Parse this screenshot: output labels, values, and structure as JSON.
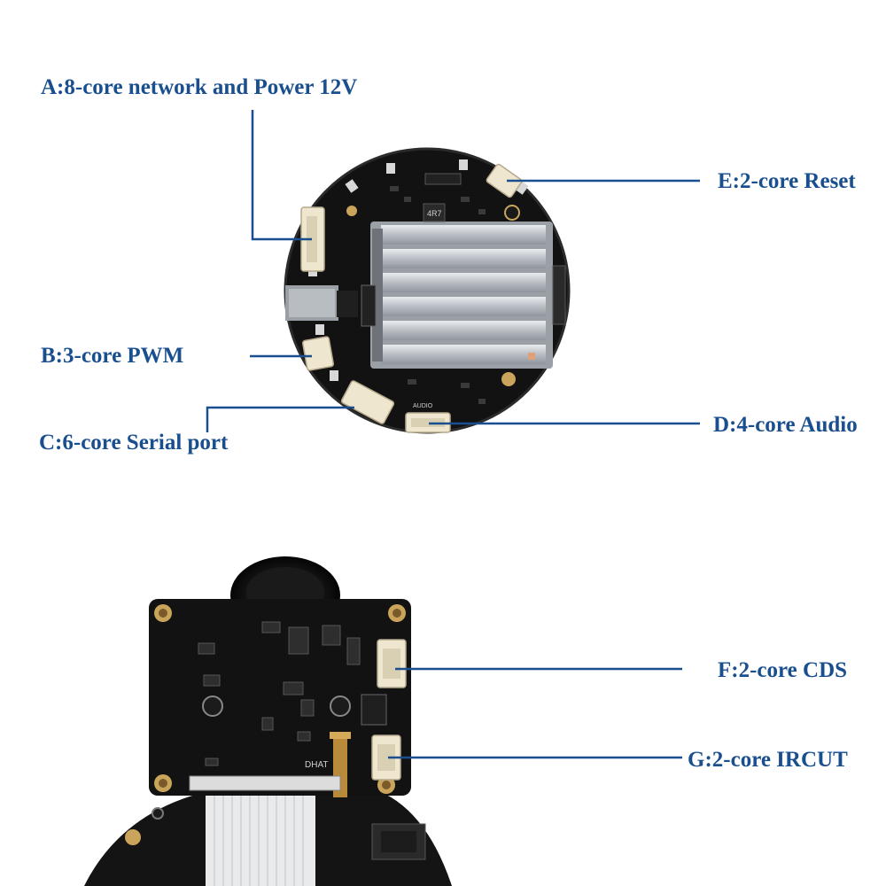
{
  "labels": {
    "a": "A:8-core network and Power 12V",
    "b": "B:3-core PWM",
    "c": "C:6-core Serial port",
    "d": "D:4-core Audio",
    "e": "E:2-core Reset",
    "f": "F:2-core CDS",
    "g": "G:2-core IRCUT"
  },
  "silkscreen": {
    "top_part": "4R7",
    "audio": "AUDIO",
    "sensor_board": "DHAT"
  },
  "colors": {
    "label_text": "#1a4f8f",
    "leader_line": "#1a4f8f",
    "pcb": "#141414",
    "heatsink": "#c9cdd2",
    "connector": "#efe6cf",
    "gold_pad": "#c9a45a"
  }
}
